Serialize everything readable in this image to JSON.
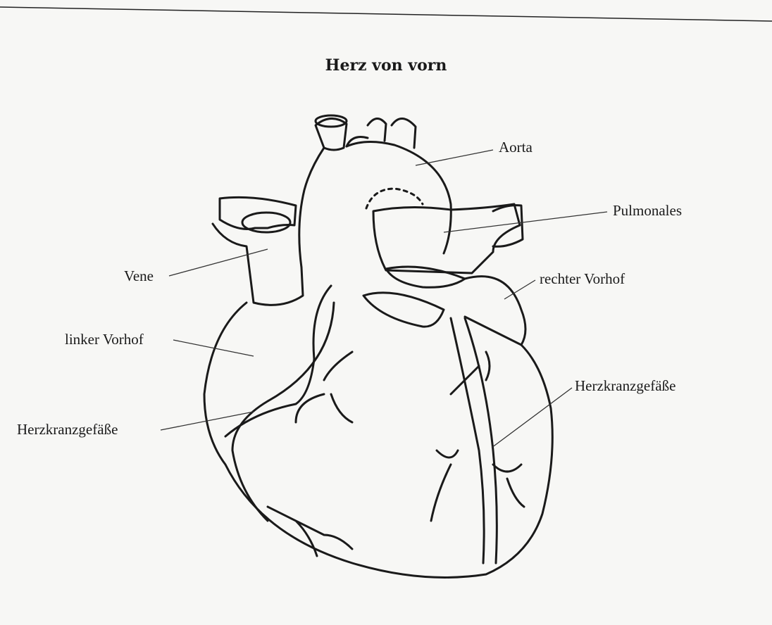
{
  "title": "Herz von vorn",
  "labels": {
    "aorta": "Aorta",
    "pulmonales": "Pulmonales",
    "rechter_vorhof": "rechter Vorhof",
    "vene": "Vene",
    "linker_vorhof": "linker Vorhof",
    "herzkranzgefaesse_left": "Herzkranzgefäße",
    "herzkranzgefaesse_right": "Herzkranzgefäße"
  },
  "colors": {
    "paper": "#f7f7f5",
    "ink": "#1a1a1a"
  }
}
